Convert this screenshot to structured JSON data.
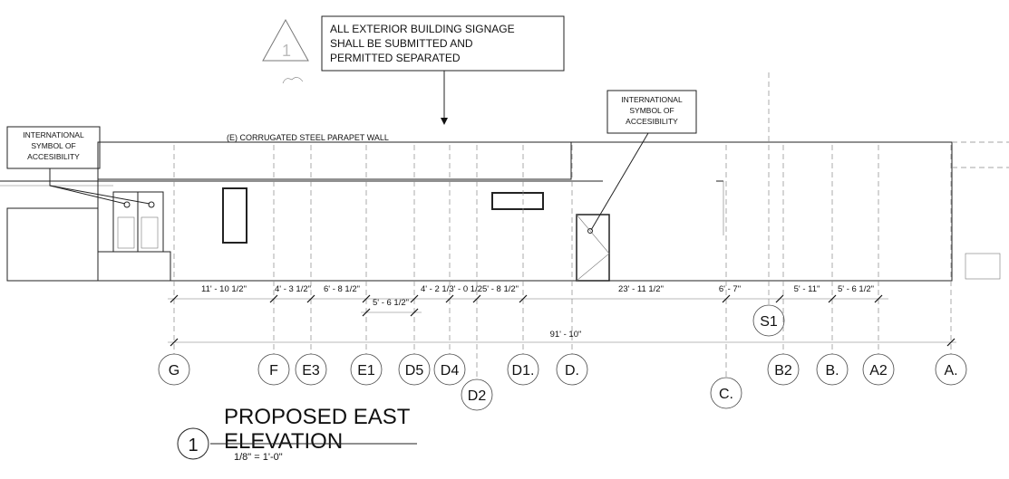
{
  "notes": {
    "signage": [
      "ALL EXTERIOR BUILDING SIGNAGE",
      "SHALL BE SUBMITTED AND",
      "PERMITTED SEPARATED"
    ],
    "revision_tag": "1",
    "parapet": "(E) CORRUGATED STEEL PARAPET WALL",
    "accessibility_left": [
      "INTERNATIONAL",
      "SYMBOL OF",
      "ACCESIBILITY"
    ],
    "accessibility_right": [
      "INTERNATIONAL",
      "SYMBOL OF",
      "ACCESIBILITY"
    ]
  },
  "dimensions": [
    "11' - 10 1/2\"",
    "4' - 3 1/2\"",
    "6' - 8 1/2\"",
    "5' - 6 1/2\"",
    "4' - 2 1/3' - 0 1/25' - 8 1/2\"",
    "23' - 11 1/2\"",
    "6' - 7\"",
    "5' - 11\"",
    "5' - 6 1/2\"",
    "91' - 10\""
  ],
  "grid_lines": [
    "G",
    "F",
    "E3",
    "E1",
    "D5",
    "D4",
    "D2",
    "D1.",
    "D.",
    "C.",
    "S1",
    "B2",
    "B.",
    "A2",
    "A."
  ],
  "title": {
    "number": "1",
    "line1": "PROPOSED EAST",
    "line2": "ELEVATION",
    "scale": "1/8\" = 1'-0\""
  }
}
